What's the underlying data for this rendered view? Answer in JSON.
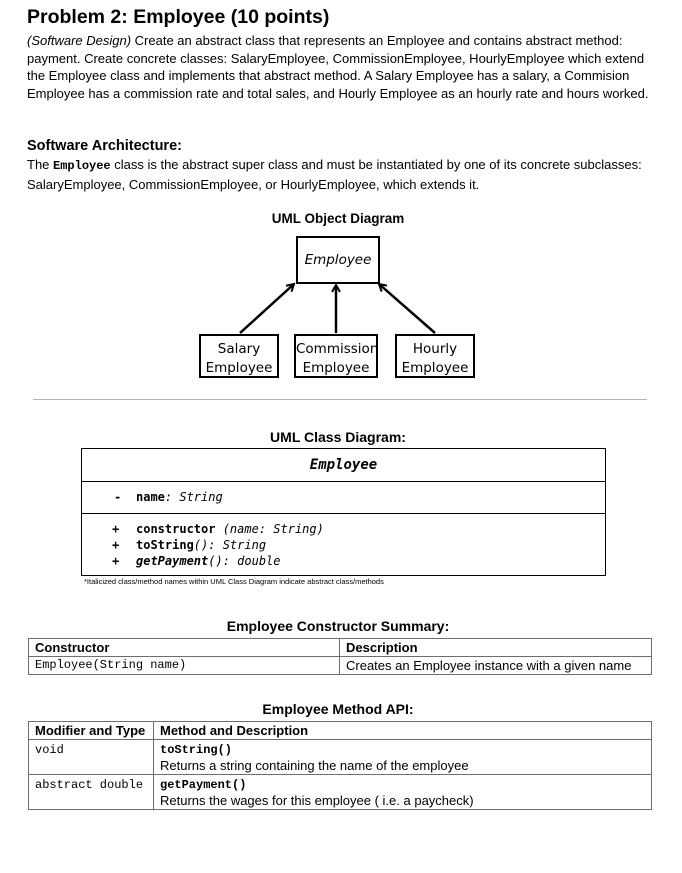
{
  "title": "Problem 2: Employee (10 points)",
  "intro": {
    "label": "(Software Design)",
    "text": " Create an abstract class that represents an Employee and contains abstract method: payment. Create concrete classes: SalaryEmployee, CommissionEmployee, HourlyEmployee which extend the Employee class and implements that abstract method. A Salary Employee has a salary, a Commision Employee has a commission rate and total sales, and Hourly Employee as an hourly rate and hours worked."
  },
  "architecture": {
    "heading": "Software Architecture:",
    "text_before": "The ",
    "class_name": "Employee",
    "text_after": " class is the abstract super class and must be instantiated by one of its concrete subclasses: SalaryEmployee, CommissionEmployee, or HourlyEmployee, which extends it."
  },
  "object_diagram": {
    "heading": "UML Object Diagram",
    "parent": "Employee",
    "children": [
      {
        "line1": "Salary",
        "line2": "Employee"
      },
      {
        "line1": "Commission",
        "line2": "Employee"
      },
      {
        "line1": "Hourly",
        "line2": "Employee"
      }
    ]
  },
  "class_diagram": {
    "heading": "UML Class Diagram:",
    "class_name": "Employee",
    "field": {
      "symbol": "-",
      "name": "name",
      "type": ": String"
    },
    "methods": [
      {
        "symbol": "+",
        "name": "constructor",
        "sig": " (name: String)"
      },
      {
        "symbol": "+",
        "name": "toString",
        "sig": "(): String"
      },
      {
        "symbol": "+",
        "name": "getPayment",
        "sig": "(): double"
      }
    ],
    "note": "*Italicized class/method names within UML Class Diagram indicate abstract class/methods"
  },
  "constructor_summary": {
    "heading": "Employee Constructor Summary:",
    "headers": [
      "Constructor",
      "Description"
    ],
    "rows": [
      [
        "Employee(String name)",
        "Creates an Employee instance with a given name"
      ]
    ]
  },
  "method_api": {
    "heading": "Employee Method API:",
    "headers": [
      "Modifier and Type",
      "Method and Description"
    ],
    "rows": [
      {
        "modifier": "void",
        "method": "toString()",
        "desc": "Returns a string containing the name of the employee"
      },
      {
        "modifier": "abstract double",
        "method": "getPayment()",
        "desc": "Returns the wages for this employee ( i.e. a paycheck)"
      }
    ]
  }
}
